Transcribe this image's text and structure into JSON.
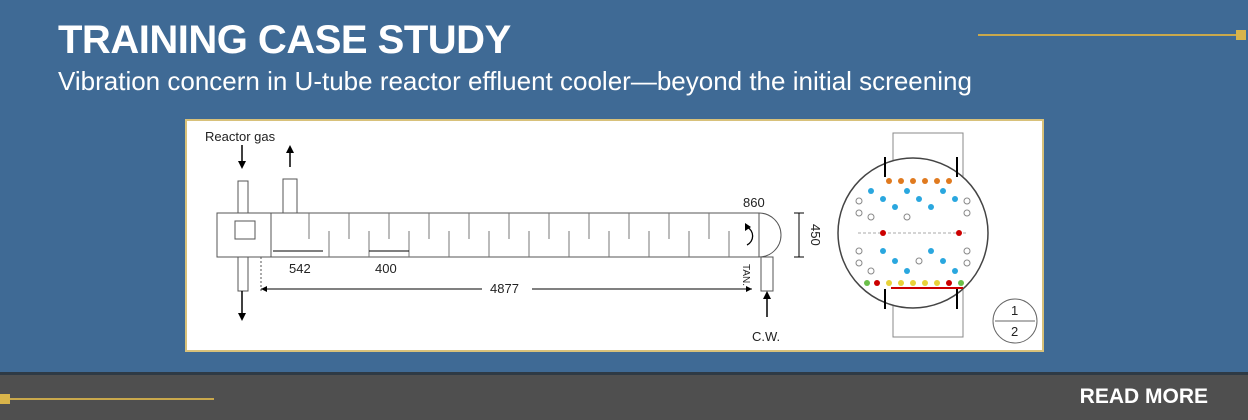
{
  "header": {
    "title": "TRAINING CASE STUDY",
    "subtitle": "Vibration concern in U-tube reactor effluent cooler—beyond the initial screening"
  },
  "figure": {
    "labels": {
      "reactor_gas": "Reactor gas",
      "dim_860": "860",
      "dim_450": "450",
      "dim_542": "542",
      "dim_400": "400",
      "dim_4877": "4877",
      "tan": "TAN.",
      "cw": "C.W.",
      "pass_1": "1",
      "pass_2": "2"
    }
  },
  "footer": {
    "read_more": "READ MORE"
  },
  "colors": {
    "background": "#3f6a95",
    "footer": "#4f4f4f",
    "accent_gold": "#d9b44a"
  }
}
